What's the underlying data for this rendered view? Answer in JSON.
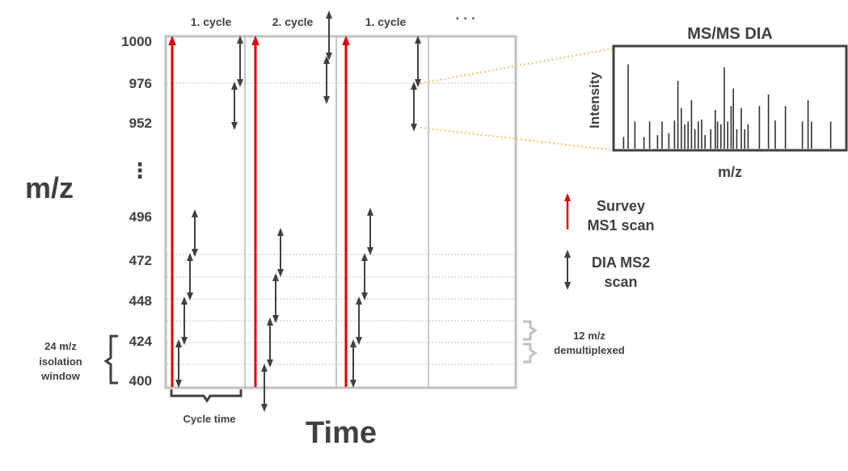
{
  "diagram": {
    "y_axis_label": "m/z",
    "x_axis_label": "Time",
    "y_ticks": [
      "1000",
      "976",
      "952",
      "⋮",
      "496",
      "472",
      "448",
      "424",
      "400"
    ],
    "cycle_labels": [
      "1. cycle",
      "2. cycle",
      "1. cycle",
      "· · ·"
    ],
    "isolation_label": [
      "24 m/z",
      "isolation",
      "window"
    ],
    "cycle_time_label": "Cycle time",
    "demux_label": [
      "12 m/z",
      "demultiplexed"
    ],
    "inset": {
      "title": "MS/MS DIA",
      "ylabel": "Intensity",
      "xlabel": "m/z",
      "peaks": [
        {
          "p": 0.03,
          "h": 0.12
        },
        {
          "p": 0.05,
          "h": 0.87
        },
        {
          "p": 0.08,
          "h": 0.28
        },
        {
          "p": 0.12,
          "h": 0.12
        },
        {
          "p": 0.145,
          "h": 0.28
        },
        {
          "p": 0.18,
          "h": 0.14
        },
        {
          "p": 0.2,
          "h": 0.28
        },
        {
          "p": 0.23,
          "h": 0.16
        },
        {
          "p": 0.255,
          "h": 0.29
        },
        {
          "p": 0.27,
          "h": 0.7
        },
        {
          "p": 0.285,
          "h": 0.42
        },
        {
          "p": 0.3,
          "h": 0.25
        },
        {
          "p": 0.315,
          "h": 0.28
        },
        {
          "p": 0.33,
          "h": 0.5
        },
        {
          "p": 0.345,
          "h": 0.2
        },
        {
          "p": 0.36,
          "h": 0.28
        },
        {
          "p": 0.375,
          "h": 0.3
        },
        {
          "p": 0.39,
          "h": 0.14
        },
        {
          "p": 0.415,
          "h": 0.2
        },
        {
          "p": 0.435,
          "h": 0.4
        },
        {
          "p": 0.445,
          "h": 0.28
        },
        {
          "p": 0.46,
          "h": 0.25
        },
        {
          "p": 0.475,
          "h": 0.84
        },
        {
          "p": 0.49,
          "h": 0.28
        },
        {
          "p": 0.505,
          "h": 0.44
        },
        {
          "p": 0.515,
          "h": 0.62
        },
        {
          "p": 0.53,
          "h": 0.2
        },
        {
          "p": 0.55,
          "h": 0.42
        },
        {
          "p": 0.565,
          "h": 0.2
        },
        {
          "p": 0.58,
          "h": 0.25
        },
        {
          "p": 0.63,
          "h": 0.44
        },
        {
          "p": 0.67,
          "h": 0.56
        },
        {
          "p": 0.7,
          "h": 0.29
        },
        {
          "p": 0.745,
          "h": 0.44
        },
        {
          "p": 0.82,
          "h": 0.28
        },
        {
          "p": 0.845,
          "h": 0.5
        },
        {
          "p": 0.86,
          "h": 0.28
        },
        {
          "p": 0.945,
          "h": 0.28
        }
      ]
    },
    "legend": {
      "survey": [
        "Survey",
        "MS1 scan"
      ],
      "dia": [
        "DIA MS2",
        "scan"
      ]
    },
    "colors": {
      "survey_arrow": "#e00000",
      "dia_arrow": "#404040",
      "frame": "#c0c0c0",
      "text": "#404040",
      "zoom_lines": "#f5c98a"
    }
  }
}
